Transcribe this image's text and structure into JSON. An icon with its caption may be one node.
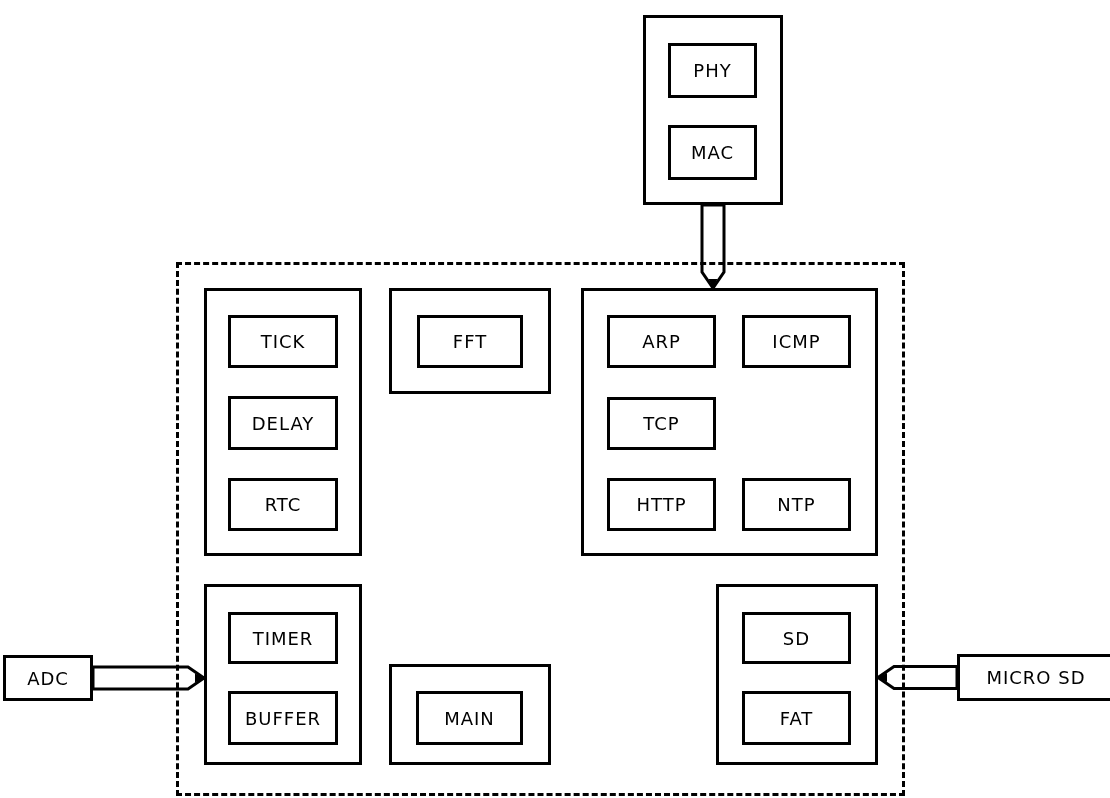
{
  "diagram": {
    "nodes": [
      {
        "text": [],
        "shape": "box"
      },
      {
        "text": [
          "PHY"
        ],
        "in": 0
      },
      {
        "text": [
          "MAC"
        ],
        "in": 0
      },
      {
        "text": [],
        "shape": "box"
      },
      {
        "text": [],
        "shape": "box",
        "in": 3
      },
      {
        "text": [
          "TICK"
        ],
        "in": 4
      },
      {
        "text": [
          "DELAY"
        ],
        "in": 4
      },
      {
        "text": [
          "RTC"
        ],
        "in": 4
      },
      {
        "text": [],
        "shape": "box",
        "in": 3
      },
      {
        "text": [
          "FFT"
        ],
        "in": 8
      },
      {
        "text": [],
        "shape": "box",
        "in": 3
      },
      {
        "text": [
          "ARP"
        ],
        "in": 10
      },
      {
        "text": [
          "ICMP"
        ],
        "in": 10
      },
      {
        "text": [
          "TCP"
        ],
        "in": 10
      },
      {
        "text": [
          "HTTP"
        ],
        "in": 10
      },
      {
        "text": [
          "NTP"
        ],
        "in": 10
      },
      {
        "text": [
          "ADC"
        ]
      },
      {
        "text": [],
        "shape": "box",
        "in": 3
      },
      {
        "text": [
          "TIMER"
        ],
        "in": 17
      },
      {
        "text": [
          "BUFFER"
        ],
        "in": 17
      },
      {
        "text": [],
        "shape": "box",
        "in": 3
      },
      {
        "text": [
          "MAIN"
        ],
        "in": 20
      },
      {
        "text": [],
        "shape": "box",
        "in": 3
      },
      {
        "text": [
          "SD"
        ],
        "in": 22
      },
      {
        "text": [
          "FAT"
        ],
        "in": 22
      },
      {
        "text": [
          "MICRO SD"
        ]
      }
    ],
    "edges": [
      {
        "from": 0,
        "to": 10,
        "arrow": "to"
      },
      {
        "from": 16,
        "to": 17,
        "arrow": "to"
      },
      {
        "from": 25,
        "to": 22,
        "arrow": "to"
      }
    ]
  }
}
